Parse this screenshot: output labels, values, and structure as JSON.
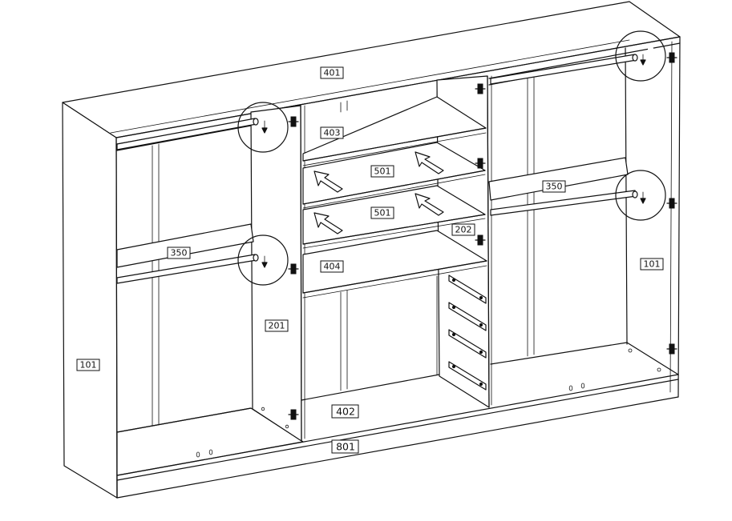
{
  "part_labels": {
    "top_panel": "401",
    "side_panel_left": "101",
    "side_panel_right": "101",
    "partition_left": "201",
    "partition_right": "202",
    "bottom_panel": "402",
    "plinth": "801",
    "shelf_upper": "403",
    "shelf_lower": "404",
    "sliding_shelf_upper": "501",
    "sliding_shelf_lower": "501",
    "rail_left": "350",
    "rail_right": "350"
  },
  "colors": {
    "ink": "#111111",
    "paper": "#ffffff"
  },
  "icons": [
    "clothes-rail-bracket-icon",
    "door-hinge-icon",
    "drawer-runner-icon",
    "slide-direction-arrow-icon"
  ]
}
